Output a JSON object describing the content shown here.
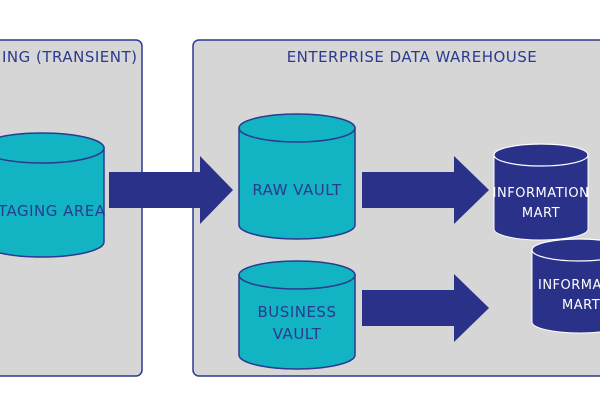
{
  "colors": {
    "panel_fill": "#d6d6d6",
    "panel_stroke": "#2b3a8f",
    "teal": "#12b3c3",
    "navy": "#2a3189",
    "panel_text": "#2b3a8f",
    "white_text": "#ffffff"
  },
  "panels": {
    "staging": {
      "title": "ING (TRANSIENT)"
    },
    "edw": {
      "title": "ENTERPRISE DATA WAREHOUSE"
    }
  },
  "stores": {
    "staging_area": {
      "line1": "TAGING AREA"
    },
    "raw_vault": {
      "line1": "RAW VAULT"
    },
    "business_vault": {
      "line1": "BUSINESS",
      "line2": "VAULT"
    },
    "info_mart_1": {
      "line1": "INFORMATION",
      "line2": "MART"
    },
    "info_mart_2": {
      "line1": "INFORMAT",
      "line2": "MART"
    }
  }
}
